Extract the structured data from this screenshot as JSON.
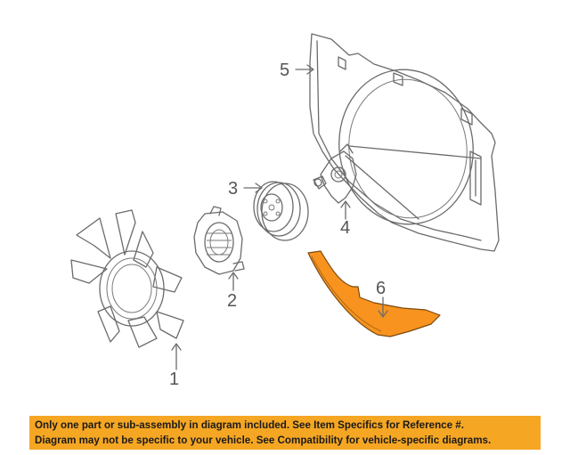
{
  "callouts": {
    "c1": "1",
    "c2": "2",
    "c3": "3",
    "c4": "4",
    "c5": "5",
    "c6": "6"
  },
  "highlight_color": "#f5a623",
  "banner": {
    "line1": "Only one part or sub-assembly in diagram included. See Item Specifics for Reference #.",
    "line2": "Diagram may not be specific to your vehicle. See Compatibility for vehicle-specific diagrams."
  }
}
